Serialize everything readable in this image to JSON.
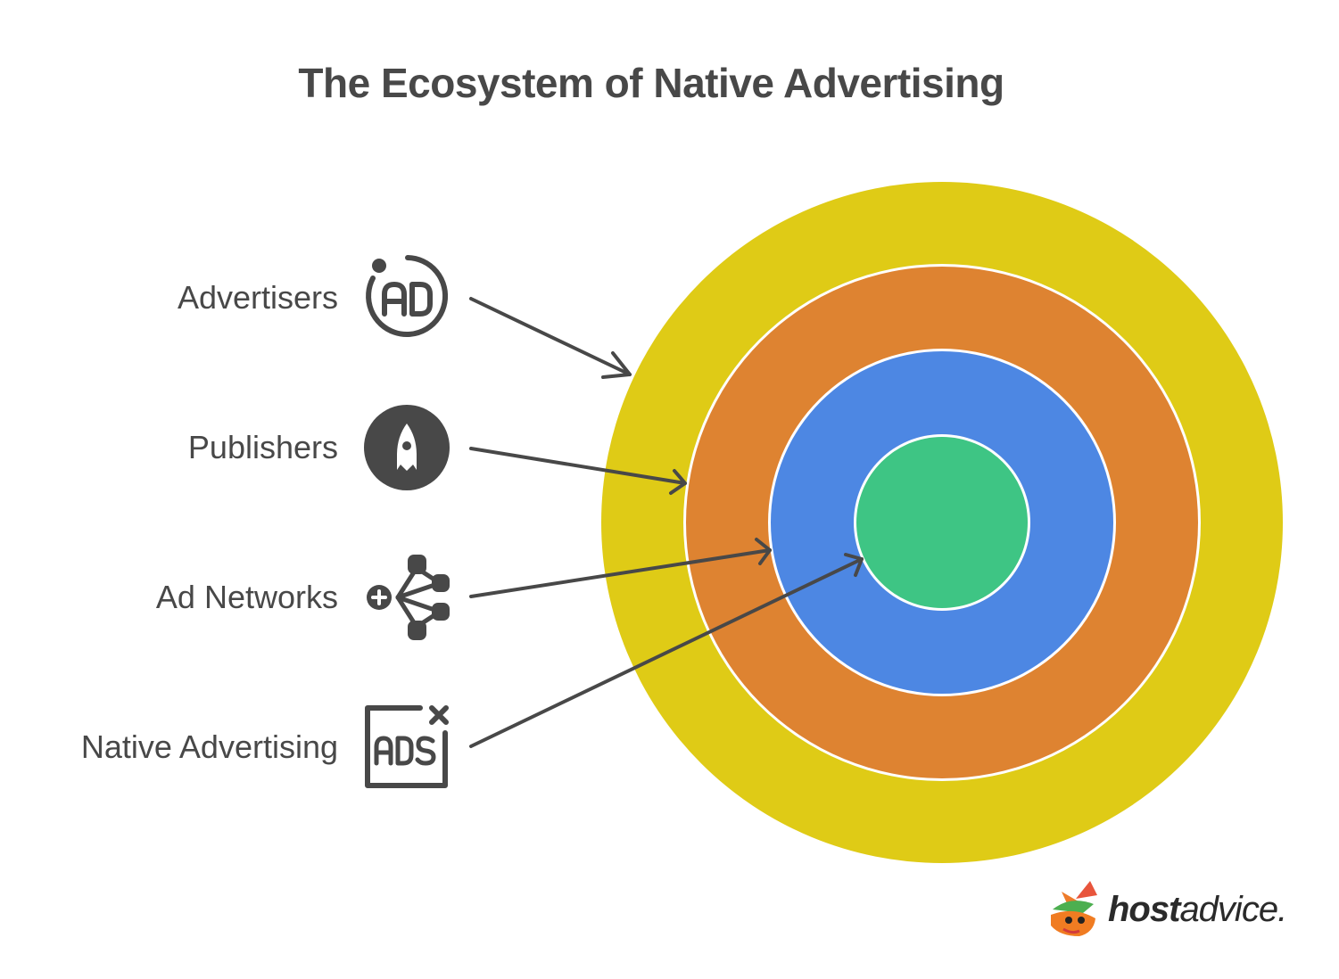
{
  "title": "The Ecosystem of Native Advertising",
  "layers": [
    {
      "label": "Advertisers",
      "icon": "ad-circle-icon",
      "color": "#DFCB16",
      "ring": "outer"
    },
    {
      "label": "Publishers",
      "icon": "rocket-icon",
      "color": "#DE8331",
      "ring": "second"
    },
    {
      "label": "Ad Networks",
      "icon": "network-icon",
      "color": "#4D87E3",
      "ring": "third"
    },
    {
      "label": "Native Advertising",
      "icon": "ads-window-icon",
      "color": "#3EC584",
      "ring": "center"
    }
  ],
  "colors": {
    "text": "#484848",
    "icon": "#484848",
    "gap": "#ffffff"
  },
  "logo": {
    "bold": "host",
    "regular": "advice."
  }
}
